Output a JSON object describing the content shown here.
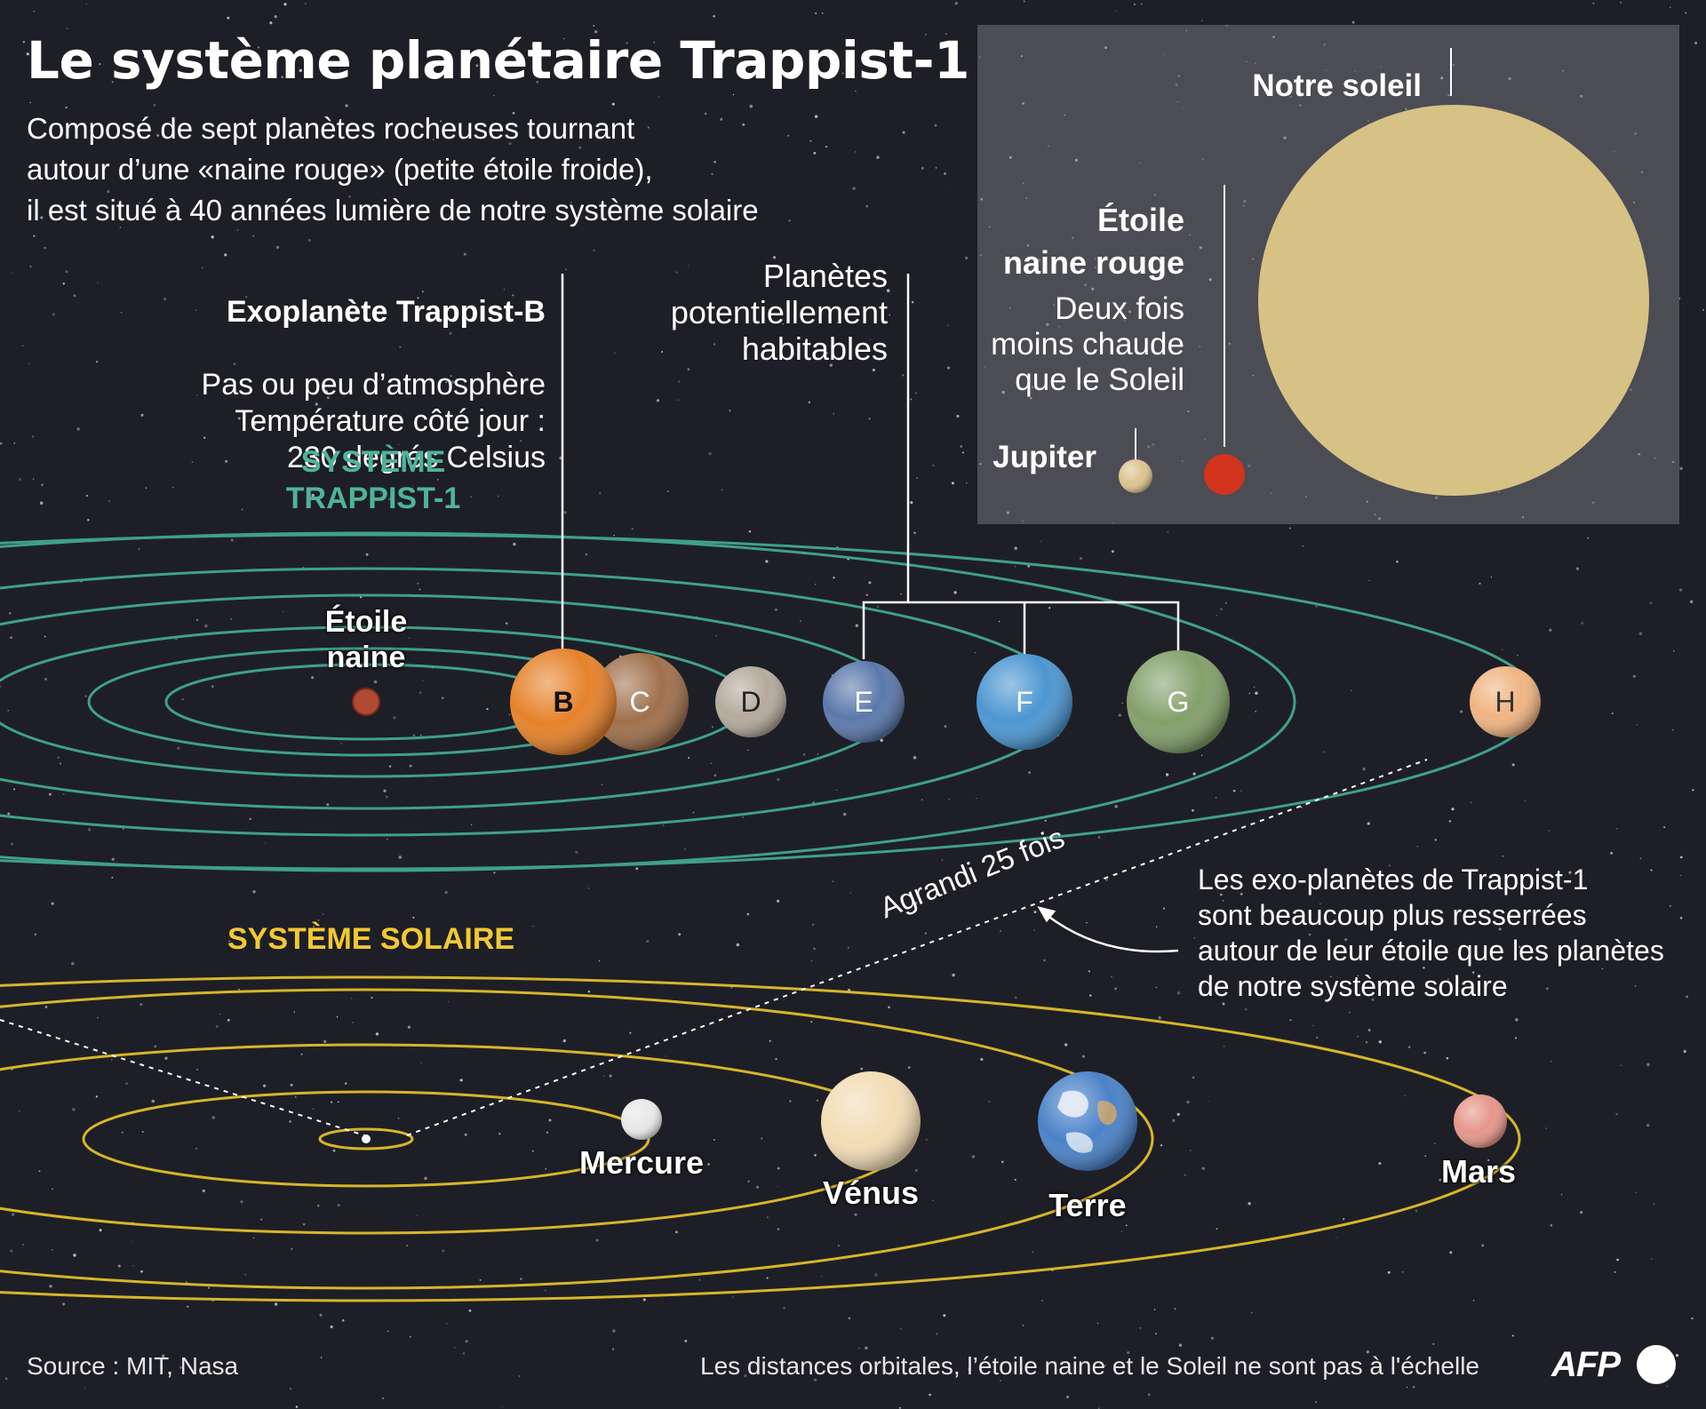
{
  "title": "Le système planétaire Trappist-1",
  "subtitle": "Composé de sept planètes rocheuses tournant\nautour d’une «naine rouge» (petite étoile froide),\nil est situé à 40 années lumière de notre système solaire",
  "trappist_b_callout": {
    "heading": "Exoplanète Trappist-B",
    "text": "Pas ou peu d’atmosphère\nTempérature côté jour :\n230 degrés Celsius"
  },
  "habitable_callout": "Planètes\npotentiellement\nhabitables",
  "trappist_system_label": "SYSTÈME\nTRAPPIST-1",
  "dwarf_star_label": "Étoile\nnaine",
  "trappist_planets": [
    {
      "letter": "B",
      "color": "#e6822a"
    },
    {
      "letter": "C",
      "color": "#a0704c"
    },
    {
      "letter": "D",
      "color": "#b4aa9c"
    },
    {
      "letter": "E",
      "color": "#5a78aa"
    },
    {
      "letter": "F",
      "color": "#4c96d2"
    },
    {
      "letter": "G",
      "color": "#82a06a"
    },
    {
      "letter": "H",
      "color": "#f0b482"
    }
  ],
  "inset": {
    "sun_label": "Notre soleil",
    "red_dwarf_label": "Étoile\nnaine rouge",
    "red_dwarf_desc": "Deux fois\nmoins chaude\nque le Soleil",
    "jupiter_label": "Jupiter",
    "colors": {
      "background": "#4c4c55",
      "sun": "#d6c284",
      "red_dwarf": "#d2331c",
      "jupiter": "#dcc490"
    }
  },
  "zoom_label": "Agrandi 25 fois",
  "comparison_note": "Les exo-planètes de Trappist-1\nsont beaucoup plus resserrées\nautour de leur étoile que les planètes\nde notre système solaire",
  "solar_system_label": "SYSTÈME SOLAIRE",
  "solar_planets": [
    {
      "name": "Mercure",
      "color": "#e8e8e8"
    },
    {
      "name": "Vénus",
      "color": "#f2dcb4"
    },
    {
      "name": "Terre",
      "color": "#4a82c8"
    },
    {
      "name": "Mars",
      "color": "#e6968a"
    }
  ],
  "source": "Source : MIT, Nasa",
  "footnote": "Les distances orbitales, l’étoile naine et le Soleil ne sont pas à l'échelle",
  "logo": "AFP",
  "colors": {
    "background": "#1e1f26",
    "trappist_orbit": "#3fa08c",
    "solar_orbit": "#d8b52a",
    "trappist_title": "#4fb39b",
    "solar_title": "#f2c832"
  }
}
